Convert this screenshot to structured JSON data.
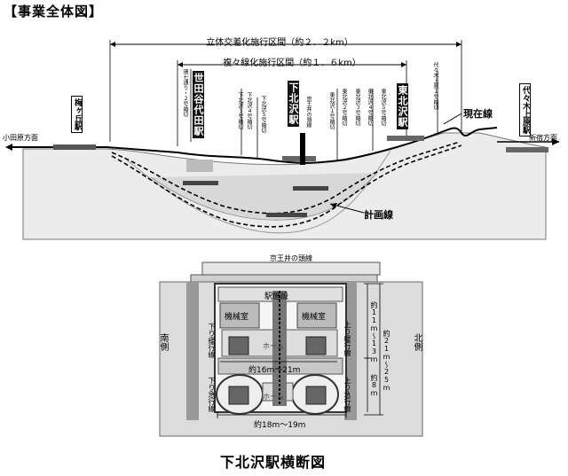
{
  "header": {
    "title": "【事業全体図】"
  },
  "profile": {
    "span_grade_separation": "立体交差化施行区間（約２．２km）",
    "span_double_track": "複々線化施行区間（約１．６km）",
    "direction_left": "小田原方面",
    "direction_right": "新宿方面",
    "current_line": "現在線",
    "planned_line": "計画線",
    "stations": {
      "umegaoka": "梅ヶ丘駅",
      "setagaya_daita": "世田谷代田駅",
      "shimokitazawa": "下北沢駅",
      "higashi_kitazawa": "東北沢駅",
      "yoyogi_uehara": "代々木上原駅"
    },
    "crossings": [
      "環七通り・２号踏切",
      "下北沢３号踏切",
      "下北沢４号踏切",
      "下北沢５号踏切",
      "京王井の頭線",
      "東北沢１号踏切",
      "東北沢２号踏切",
      "東北沢３号踏切",
      "東北沢４号踏切",
      "東北沢５号踏切",
      "代々木上原１号踏切"
    ]
  },
  "cross_section": {
    "top_label": "京王井の頭線",
    "station_facility": "駅施設",
    "machine_room_left": "機械室",
    "machine_room_right": "機械室",
    "platform_upper": "ホーム",
    "platform_lower": "ホーム",
    "left_side": "南側",
    "right_side": "北側",
    "down_express": "下り緩行線",
    "down_rapid": "下り急行線",
    "up_express": "上り緩行線",
    "up_rapid": "上り急行線",
    "width_inner": "約16m～21m",
    "width_outer": "約18m～19m",
    "depth_total": "約21m～25m",
    "depth_upper": "約11m～13m",
    "depth_lower": "約8m"
  },
  "caption": "下北沢駅横断図"
}
